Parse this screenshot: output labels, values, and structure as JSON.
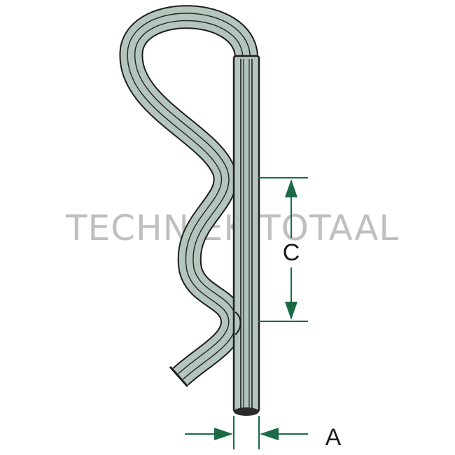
{
  "watermark": {
    "text": "TECHNIEK TOTAAL"
  },
  "dimensions": {
    "c_label": "C",
    "a_label": "A"
  },
  "colors": {
    "pin_fill": "#b4c5bd",
    "pin_outline": "#1e1e1e",
    "dimension": "#1b6a46",
    "watermark": "#b5b5b5",
    "background": "#ffffff"
  }
}
